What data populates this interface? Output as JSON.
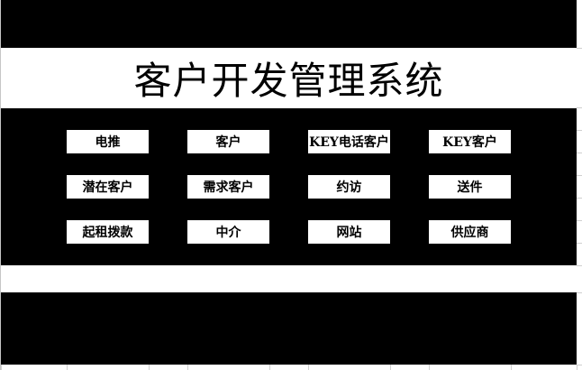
{
  "title": "客户开发管理系统",
  "colors": {
    "background_band": "#000000",
    "button_bg": "#ffffff",
    "button_text": "#000000",
    "gridline": "#d0d0d0"
  },
  "buttons": [
    {
      "label": "电推",
      "row": 0,
      "col": 0
    },
    {
      "label": "客户",
      "row": 0,
      "col": 1
    },
    {
      "label": "KEY电话客户",
      "row": 0,
      "col": 2
    },
    {
      "label": "KEY客户",
      "row": 0,
      "col": 3
    },
    {
      "label": "潜在客户",
      "row": 1,
      "col": 0
    },
    {
      "label": "需求客户",
      "row": 1,
      "col": 1
    },
    {
      "label": "约访",
      "row": 1,
      "col": 2
    },
    {
      "label": "送件",
      "row": 1,
      "col": 3
    },
    {
      "label": "起租拨款",
      "row": 2,
      "col": 0
    },
    {
      "label": "中介",
      "row": 2,
      "col": 1
    },
    {
      "label": "网站",
      "row": 2,
      "col": 2
    },
    {
      "label": "供应商",
      "row": 2,
      "col": 3
    }
  ]
}
